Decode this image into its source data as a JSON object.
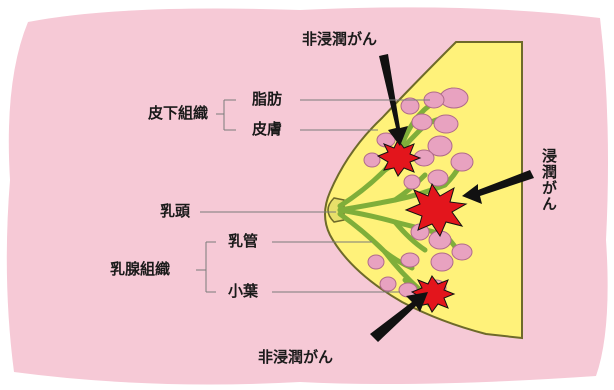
{
  "labels": {
    "subcutaneous_tissue": "皮下組織",
    "fat": "脂肪",
    "skin": "皮膚",
    "nipple": "乳頭",
    "mammary_tissue": "乳腺組織",
    "duct": "乳管",
    "lobule": "小葉",
    "noninvasive_top": "非浸潤がん",
    "noninvasive_bottom": "非浸潤がん",
    "invasive": "浸潤がん"
  },
  "colors": {
    "background_pink": "#f6c9d6",
    "breast_fill": "#fff27a",
    "breast_outline": "#6e6a2a",
    "duct_green": "#7fae3a",
    "lobule_pink": "#e8a2c0",
    "cancer_red": "#e3151c",
    "arrow": "#111111"
  }
}
